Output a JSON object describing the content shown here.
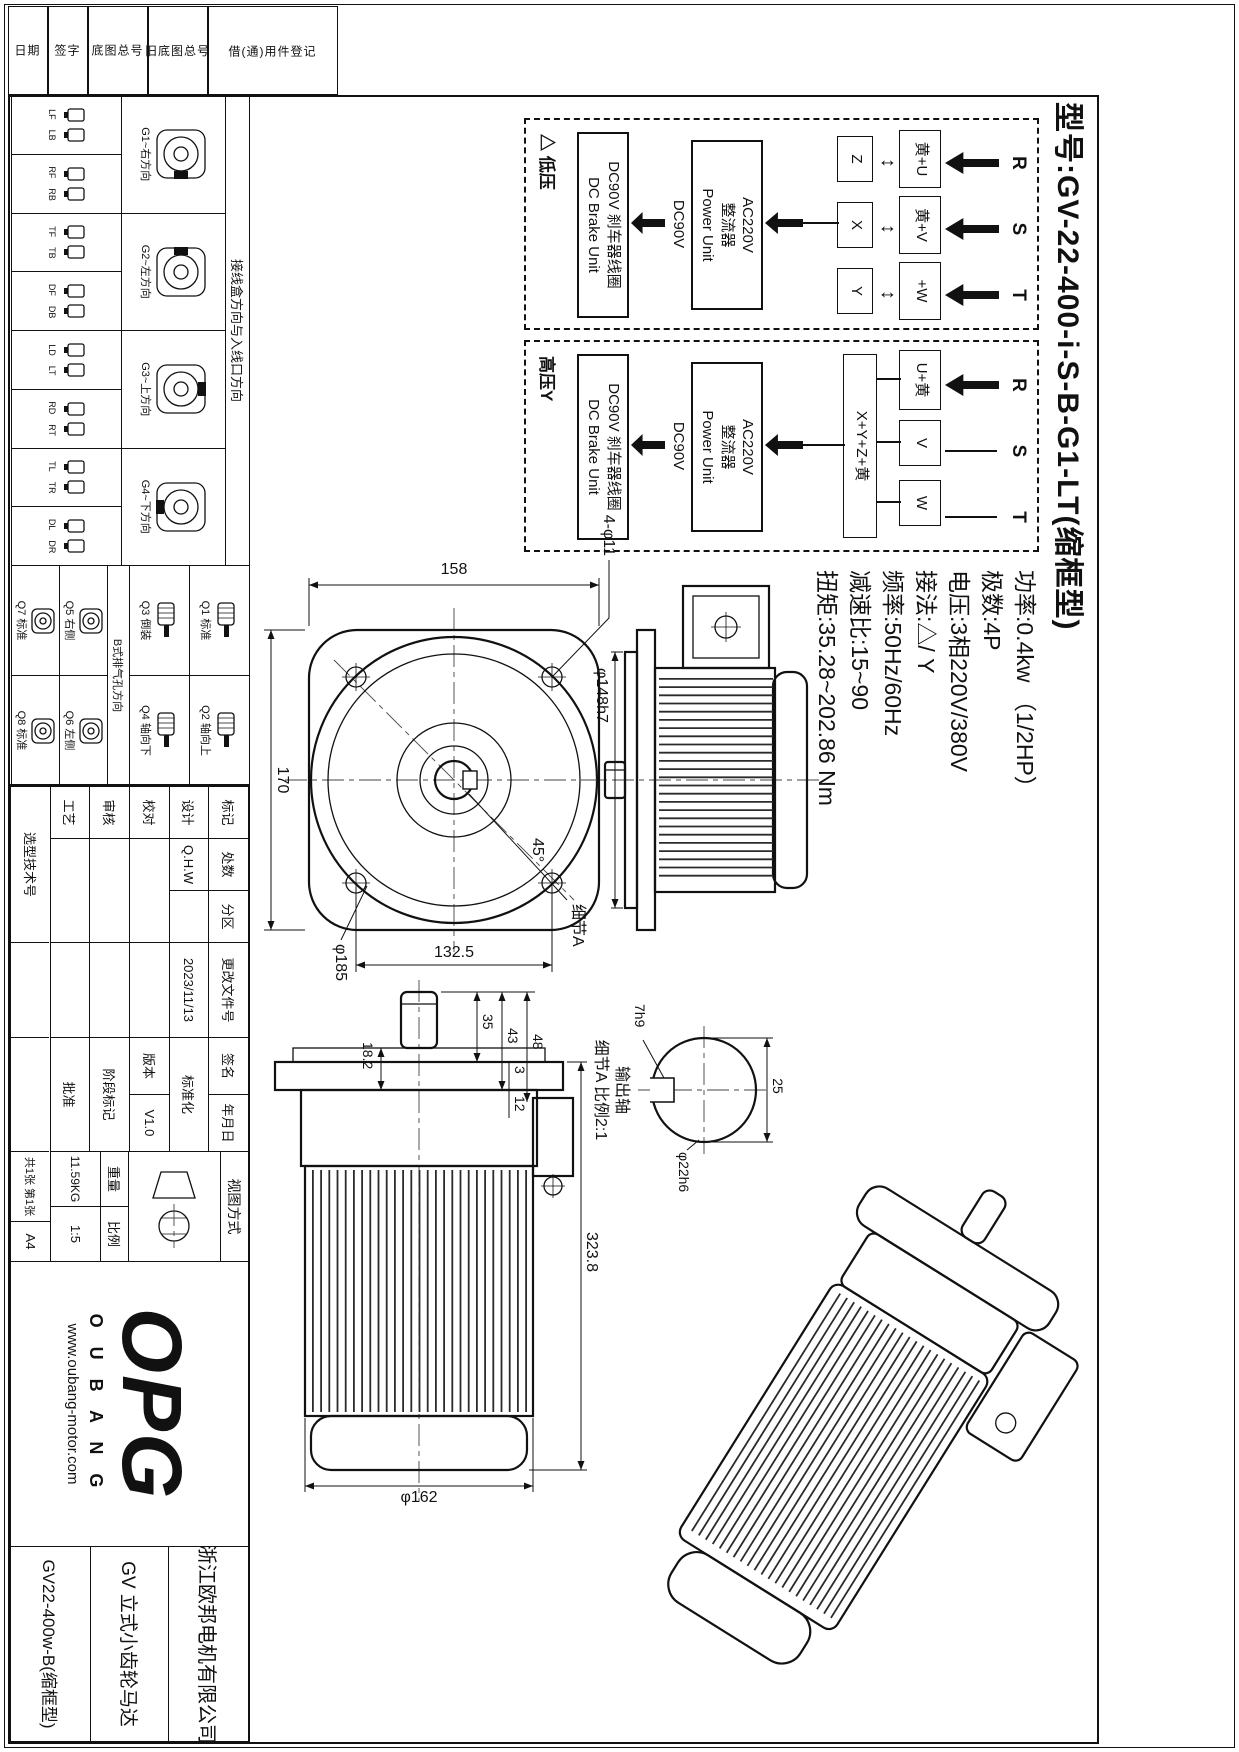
{
  "sheet": {
    "title": "型号:GV-22-400-i-S-B-G1-LT(缩框型)",
    "specs": [
      "功率:0.4kw （1/2HP）",
      "极数:4P",
      "电压:3相220V/380V",
      "接法:△/ Y",
      "频率:50Hz/60Hz",
      "减速比:15~90",
      "扭矩:35.28~202.86 Nm"
    ]
  },
  "margin_labels": [
    "借(通)用件登记",
    "旧底图总号",
    "底图总号",
    "签字",
    "日期"
  ],
  "wiring": {
    "low": {
      "r": "R",
      "s": "S",
      "t": "T",
      "t1": "黄+U",
      "t2": "黄+V",
      "t3": "+W",
      "b1": "Z",
      "b2": "X",
      "b3": "Y",
      "updown": "↕",
      "rect1": "AC220V",
      "rect2": "整流器",
      "rect3": "Power Unit",
      "dc": "DC90V",
      "brake1": "DC90V 刹车器线圈",
      "brake2": "DC Brake Unit",
      "label": "△ 低压"
    },
    "high": {
      "r": "R",
      "s": "S",
      "t": "T",
      "t1": "U+黄",
      "t2": "V",
      "t3": "W",
      "tied": "X+Y+Z+黄",
      "rect1": "AC220V",
      "rect2": "整流器",
      "rect3": "Power Unit",
      "dc": "DC90V",
      "brake1": "DC90V 刹车器线圈",
      "brake2": "DC Brake Unit",
      "label": "高压Y"
    }
  },
  "views": {
    "front": {
      "bolt": "4-φ11",
      "w": "170",
      "h": "158",
      "pitch": "132.5",
      "flange": "φ185",
      "angle": "45°",
      "detail_ref": "细节A"
    },
    "vertical": {
      "spigot": "φ148h7"
    },
    "side": {
      "d35": "35",
      "d43": "43",
      "d48": "48",
      "d3": "3",
      "d12": "12",
      "d18": "18.2",
      "len": "323.8",
      "dia": "φ162"
    },
    "detail": {
      "w": "25",
      "shaft": "φ22h6",
      "key": "7h9",
      "cap1": "输出轴",
      "cap2": "细节A 比例2:1"
    }
  },
  "orientation": {
    "header": "接线盒方向与入线口方向",
    "g1": "G1~右方向",
    "g2": "G2~左方向",
    "g3": "G3~上方向",
    "g4": "G4~下方向",
    "mini": [
      {
        "a": "LF",
        "b": "LB"
      },
      {
        "a": "RF",
        "b": "RB"
      },
      {
        "a": "TF",
        "b": "TB"
      },
      {
        "a": "DF",
        "b": "DB"
      },
      {
        "a": "LD",
        "b": "LT"
      },
      {
        "a": "RD",
        "b": "RT"
      },
      {
        "a": "TL",
        "b": "TR"
      },
      {
        "a": "DL",
        "b": "DR"
      }
    ],
    "q1": "Q1 标准",
    "q2": "Q2 轴向上",
    "q3": "Q3 倒装",
    "q4": "Q4 轴向下",
    "vent": "B式排气孔方向",
    "q5": "Q5 右侧",
    "q6": "Q6 左侧",
    "q7": "Q7 标准",
    "q8": "Q8 标准"
  },
  "titleblock": {
    "h1": "标记",
    "h2": "处数",
    "h3": "分区",
    "h4": "更改文件号",
    "h5": "签名",
    "h6": "年月日",
    "design": "设计",
    "design_name": "Q.H.W",
    "design_date": "2023/11/13",
    "std": "标准化",
    "check": "校对",
    "version_label": "版本",
    "version": "V1.0",
    "audit": "审核",
    "stage": "阶段标记",
    "process": "工艺",
    "approve": "批准",
    "selection": "选型技术号",
    "view_method": "视图方式",
    "weight_label": "重量",
    "weight": "11.59KG",
    "scale_label": "比例",
    "scale": "1:5",
    "sheets": "共1张 第1张",
    "paper": "A4",
    "logo": "OPG",
    "logo_sub": "O U B A N G",
    "site": "www.oubang-motor.com",
    "company": "浙江欧邦电机有限公司",
    "product": "GV 立式小齿轮马达",
    "drawing_no": "GV22-400w-B(缩框型)"
  }
}
